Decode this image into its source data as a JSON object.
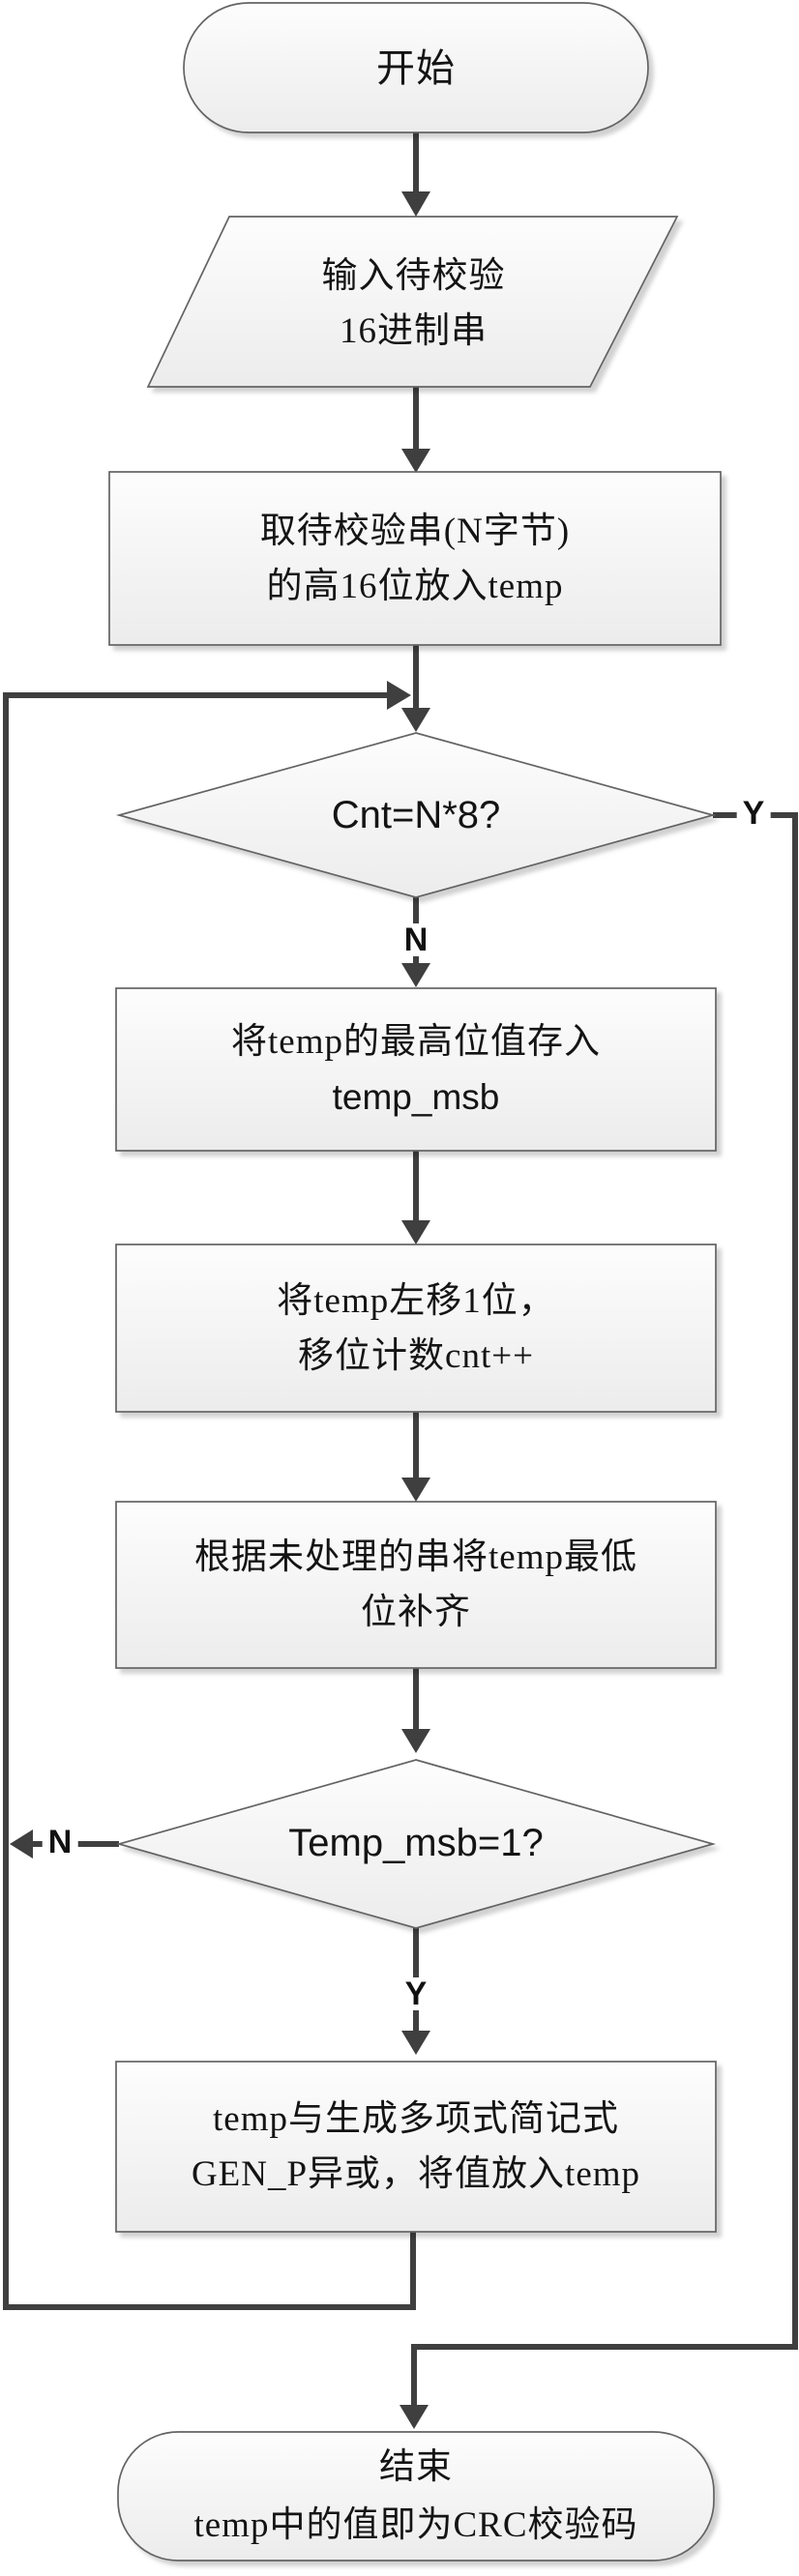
{
  "flowchart": {
    "title_hint": "CRC check code calculation flowchart",
    "nodes": {
      "start": {
        "type": "terminator",
        "label": "开始"
      },
      "input": {
        "type": "io-parallelogram",
        "line1": "输入待校验",
        "line2": "16进制串"
      },
      "init_temp": {
        "type": "process",
        "line1": "取待校验串(N字节)",
        "line2": "的高16位放入temp"
      },
      "cond_cnt": {
        "type": "decision",
        "label": "Cnt=N*8?"
      },
      "store_msb": {
        "type": "process",
        "line1": "将temp的最高位值存入",
        "line2": "temp_msb"
      },
      "shift_left": {
        "type": "process",
        "line1": "将temp左移1位，",
        "line2": "移位计数cnt++"
      },
      "fill_low": {
        "type": "process",
        "line1": "根据未处理的串将temp最低",
        "line2": "位补齐"
      },
      "cond_msb": {
        "type": "decision",
        "label": "Temp_msb=1?"
      },
      "xor_genp": {
        "type": "process",
        "line1": "temp与生成多项式简记式",
        "line2": "GEN_P异或，将值放入temp"
      },
      "end": {
        "type": "terminator",
        "line1": "结束",
        "line2": "temp中的值即为CRC校验码"
      }
    },
    "edge_labels": {
      "cnt_yes": "Y",
      "cnt_no": "N",
      "msb_no": "N",
      "msb_yes": "Y"
    },
    "colors": {
      "connector": "#3f3f3f",
      "shape_border": "#646464",
      "shape_fill_top": "#fdfdfd",
      "shape_fill_bottom": "#ececec",
      "text": "#141414"
    }
  }
}
